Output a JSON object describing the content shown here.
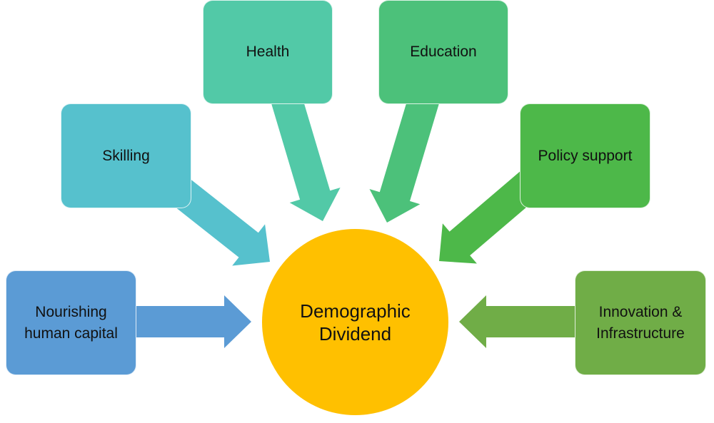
{
  "center": {
    "lines": [
      "Demographic",
      "Dividend"
    ],
    "color": "#FFC000"
  },
  "nodes": [
    {
      "id": "nourishing",
      "lines": [
        "Nourishing",
        "human capital"
      ],
      "color": "#5B9BD5"
    },
    {
      "id": "skilling",
      "lines": [
        "Skilling"
      ],
      "color": "#56C1CD"
    },
    {
      "id": "health",
      "lines": [
        "Health"
      ],
      "color": "#52C9A7"
    },
    {
      "id": "education",
      "lines": [
        "Education"
      ],
      "color": "#4CC17A"
    },
    {
      "id": "policy",
      "lines": [
        "Policy support"
      ],
      "color": "#4DB849"
    },
    {
      "id": "innovation",
      "lines": [
        "Innovation &",
        "Infrastructure"
      ],
      "color": "#70AD47"
    }
  ]
}
